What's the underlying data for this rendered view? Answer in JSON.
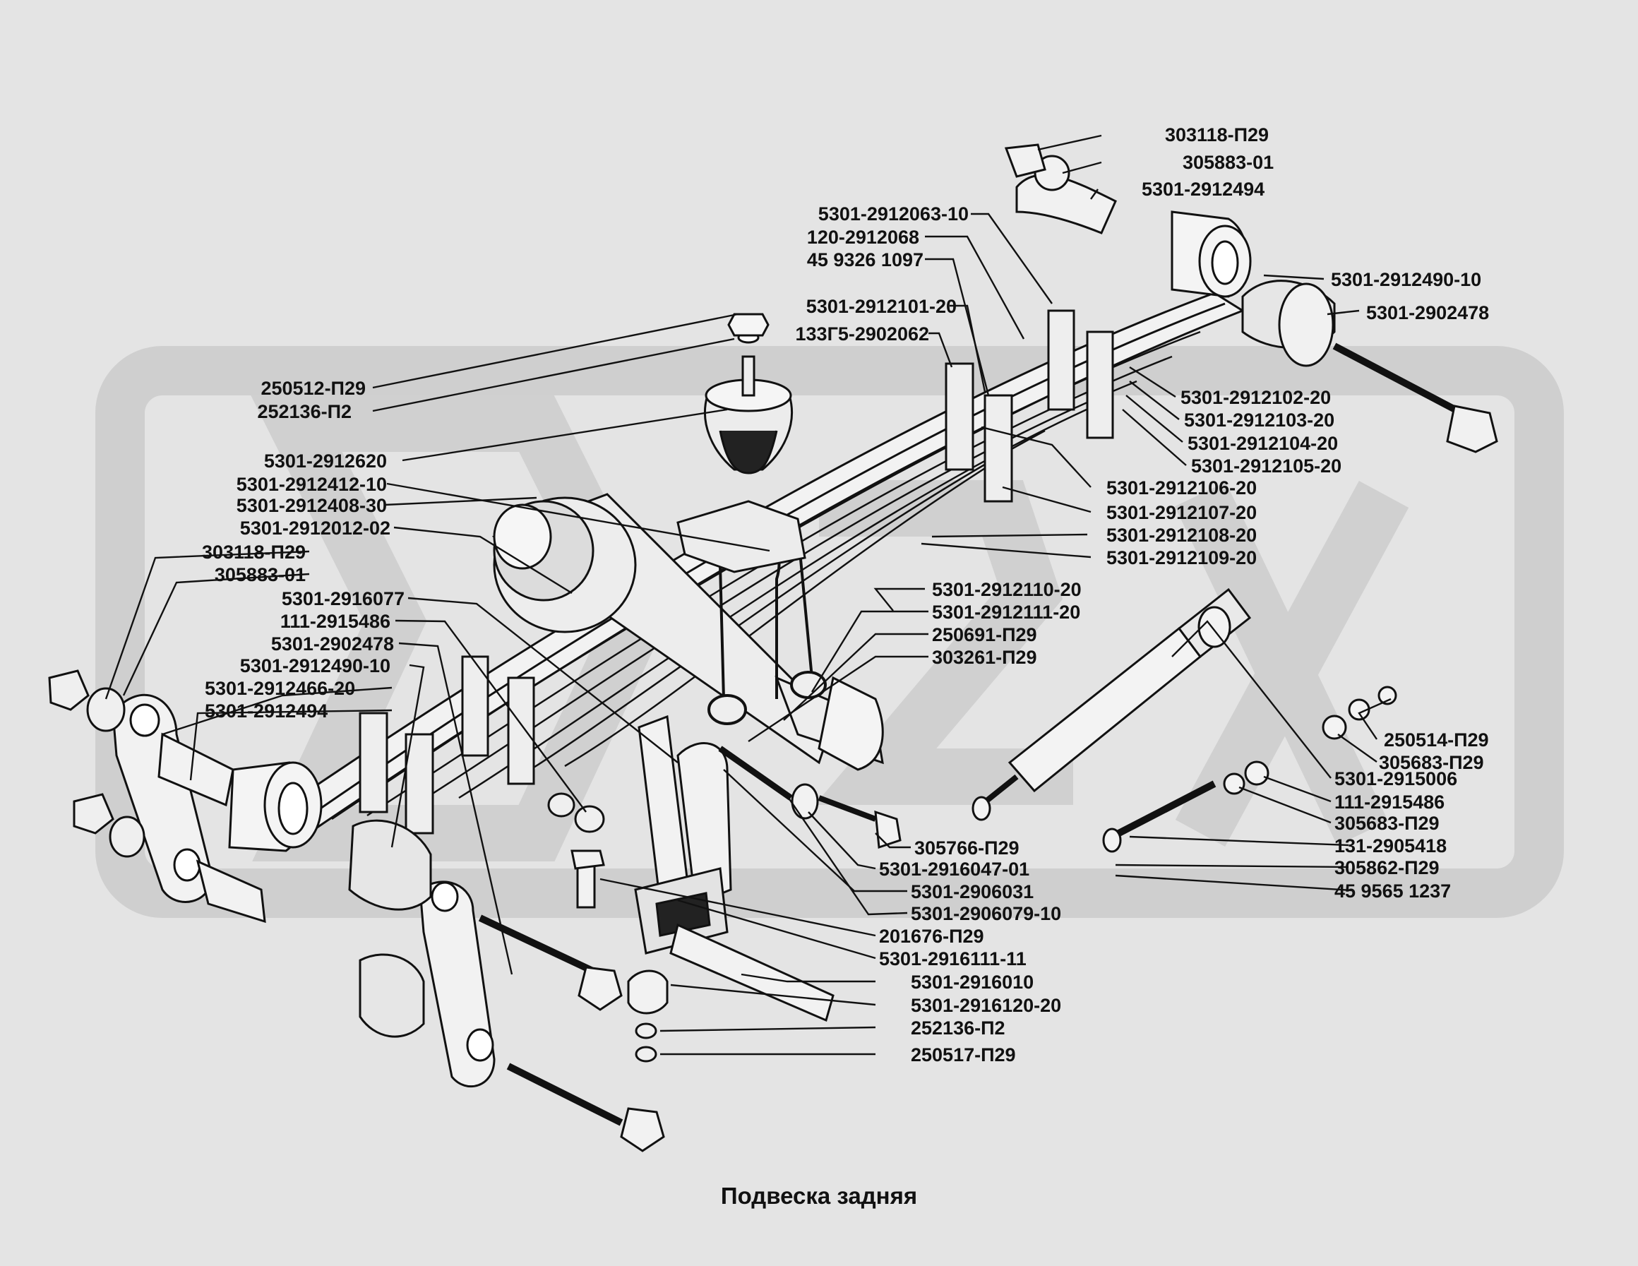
{
  "caption": "Подвеска задняя",
  "labels": {
    "l01": "303118-П29",
    "l02": "305883-01",
    "l03": "5301-2912494",
    "l04": "5301-2912063-10",
    "l05": "120-2912068",
    "l06": "45 9326 1097",
    "l07": "5301-2912490-10",
    "l08": "5301-2902478",
    "l09": "5301-2912101-20",
    "l10": "133Г5-2902062",
    "l11": "250512-П29",
    "l12": "252136-П2",
    "l13": "5301-2912102-20",
    "l14": "5301-2912103-20",
    "l15": "5301-2912104-20",
    "l16": "5301-2912105-20",
    "l17": "5301-2912620",
    "l18": "5301-2912412-10",
    "l19": "5301-2912106-20",
    "l20": "5301-2912408-30",
    "l21": "5301-2912107-20",
    "l22": "5301-2912012-02",
    "l23": "5301-2912108-20",
    "l24": "5301-2912109-20",
    "l25": "303118-П29",
    "l26": "305883-01",
    "l27": "5301-2912110-20",
    "l28": "5301-2916077",
    "l29": "5301-2912111-20",
    "l30": "111-2915486",
    "l31": "250691-П29",
    "l32": "5301-2902478",
    "l33": "303261-П29",
    "l34": "5301-2912490-10",
    "l35": "5301-2912466-20",
    "l36": "5301-2912494",
    "l37": "250514-П29",
    "l38": "305683-П29",
    "l39": "5301-2915006",
    "l40": "111-2915486",
    "l41": "305683-П29",
    "l42": "305766-П29",
    "l43": "131-2905418",
    "l44": "5301-2916047-01",
    "l45": "305862-П29",
    "l46": "5301-2906031",
    "l47": "45 9565 1237",
    "l48": "5301-2906079-10",
    "l49": "201676-П29",
    "l50": "5301-2916111-11",
    "l51": "5301-2916010",
    "l52": "5301-2916120-20",
    "l53": "252136-П2",
    "l54": "250517-П29"
  }
}
